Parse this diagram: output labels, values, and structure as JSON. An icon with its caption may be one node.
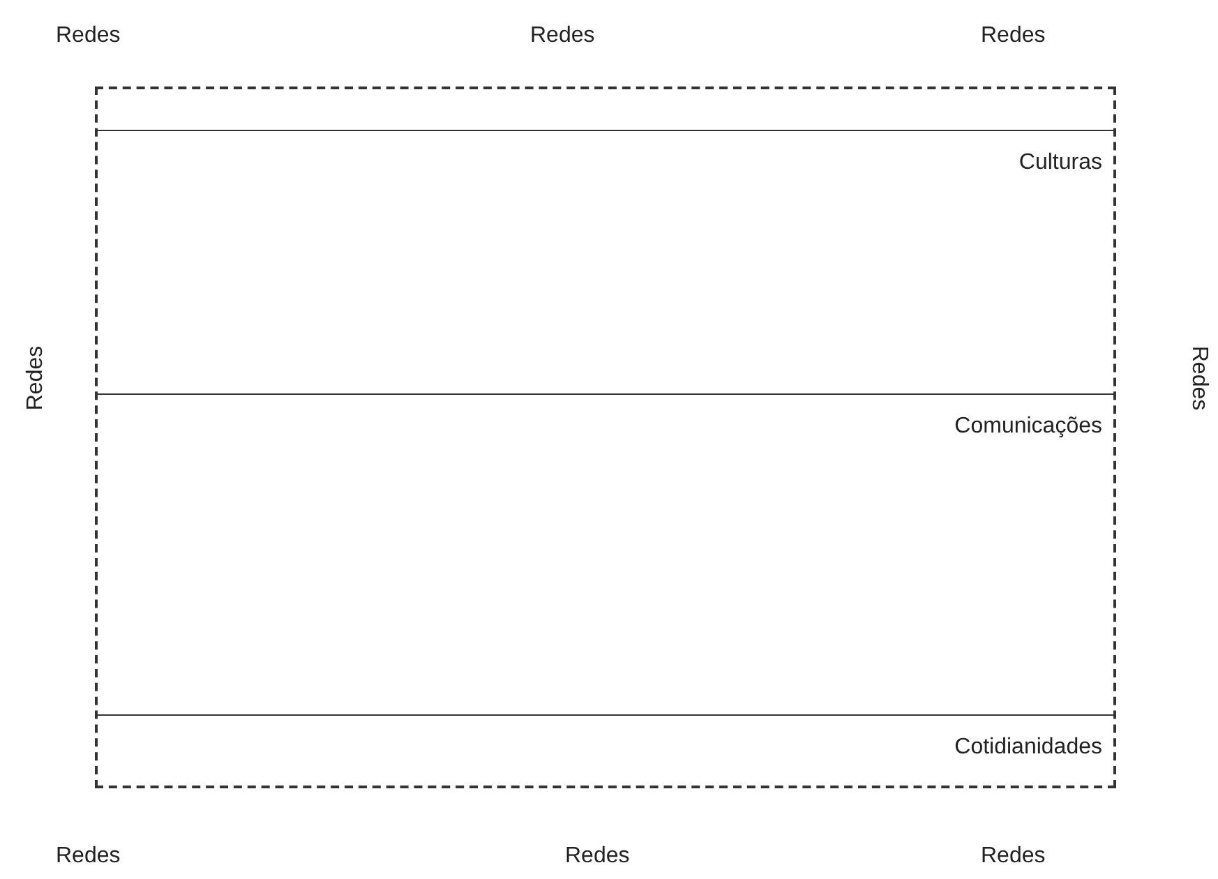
{
  "diagram": {
    "nodes": [
      {
        "text": [],
        "shape": "box"
      },
      {
        "text": [
          "Culturas"
        ],
        "in": 0
      },
      {
        "text": [
          "Comunicações"
        ],
        "in": 0
      },
      {
        "text": [
          "Cotidianidades"
        ],
        "in": 0
      }
    ],
    "labels": [
      "Redes",
      "Redes",
      "Redes",
      "Redes",
      "Redes",
      "Redes",
      "Redes",
      "Redes"
    ]
  }
}
